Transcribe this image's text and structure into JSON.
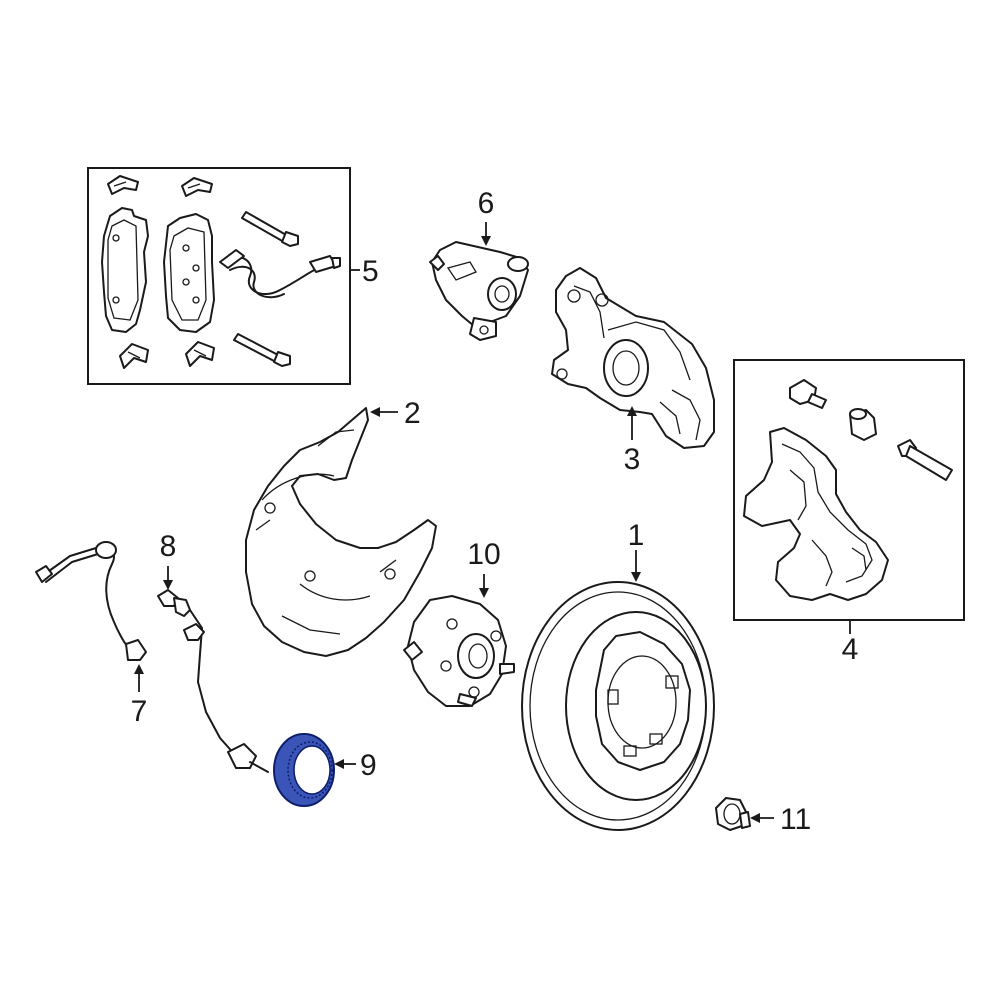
{
  "callouts": {
    "c1": "1",
    "c2": "2",
    "c3": "3",
    "c4": "4",
    "c5": "5",
    "c6": "6",
    "c7": "7",
    "c8": "8",
    "c9": "9",
    "c10": "10",
    "c11": "11"
  },
  "colors": {
    "line": "#1a1a1a",
    "highlight_fill": "#3a54b8",
    "highlight_dark": "#0d1f6b",
    "background": "#ffffff"
  }
}
